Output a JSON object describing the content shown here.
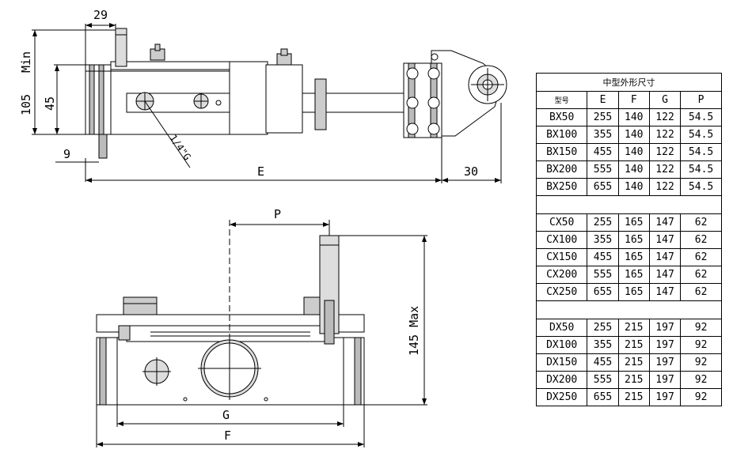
{
  "side_view": {
    "dim_top": "29",
    "dim_min": "Min",
    "dim_105": "105",
    "dim_45": "45",
    "dim_9": "9",
    "dim_e": "E",
    "dim_30": "30",
    "thread_label": "1/4\"G"
  },
  "front_view": {
    "dim_p": "P",
    "dim_145": "145 Max",
    "dim_g": "G",
    "dim_f": "F"
  },
  "table": {
    "title": "中型外形尺寸",
    "model_header": "型号",
    "columns": [
      "E",
      "F",
      "G",
      "P"
    ],
    "groups": [
      [
        [
          "BX50",
          "255",
          "140",
          "122",
          "54.5"
        ],
        [
          "BX100",
          "355",
          "140",
          "122",
          "54.5"
        ],
        [
          "BX150",
          "455",
          "140",
          "122",
          "54.5"
        ],
        [
          "BX200",
          "555",
          "140",
          "122",
          "54.5"
        ],
        [
          "BX250",
          "655",
          "140",
          "122",
          "54.5"
        ]
      ],
      [
        [
          "CX50",
          "255",
          "165",
          "147",
          "62"
        ],
        [
          "CX100",
          "355",
          "165",
          "147",
          "62"
        ],
        [
          "CX150",
          "455",
          "165",
          "147",
          "62"
        ],
        [
          "CX200",
          "555",
          "165",
          "147",
          "62"
        ],
        [
          "CX250",
          "655",
          "165",
          "147",
          "62"
        ]
      ],
      [
        [
          "DX50",
          "255",
          "215",
          "197",
          "92"
        ],
        [
          "DX100",
          "355",
          "215",
          "197",
          "92"
        ],
        [
          "DX150",
          "455",
          "215",
          "197",
          "92"
        ],
        [
          "DX200",
          "555",
          "215",
          "197",
          "92"
        ],
        [
          "DX250",
          "655",
          "215",
          "197",
          "92"
        ]
      ]
    ]
  }
}
